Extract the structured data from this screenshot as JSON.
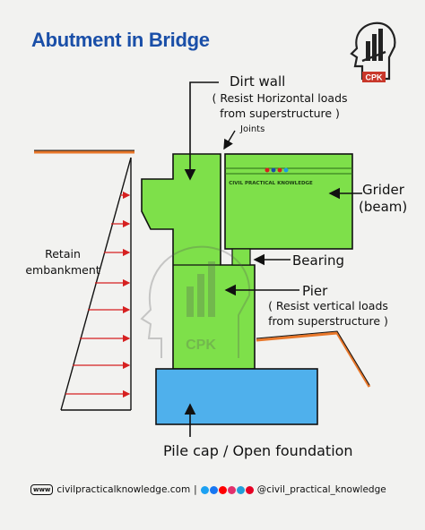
{
  "title": "Abutment in Bridge",
  "labels": {
    "dirt_wall": "Dirt wall",
    "dirt_wall_note_1": "( Resist Horizontal loads",
    "dirt_wall_note_2": "from superstructure )",
    "joints": "Joints",
    "grider": "Grider",
    "grider_sub": "(beam)",
    "bearing": "Bearing",
    "pier": "Pier",
    "pier_note_1": "( Resist vertical loads",
    "pier_note_2": "from superstructure )",
    "retain_1": "Retain",
    "retain_2": "embankment",
    "pile_cap": "Pile cap / Open foundation",
    "watermark": "CIVIL PRACTICAL KNOWLEDGE",
    "logo_text": "CPK",
    "faint_logo_text": "CPK"
  },
  "footer": {
    "www": "www",
    "website": "civilpracticalknowledge.com",
    "separator": "|",
    "handle": "@civil_practical_knowledge"
  },
  "colors": {
    "title": "#1a4fa8",
    "structure_fill": "#7ee04a",
    "foundation_fill": "#4fb0ec",
    "ground_line": "#e8772a",
    "load_arrows": "#d62020"
  },
  "icons": [
    "www-icon",
    "social-icons",
    "cpk-logo-icon"
  ]
}
